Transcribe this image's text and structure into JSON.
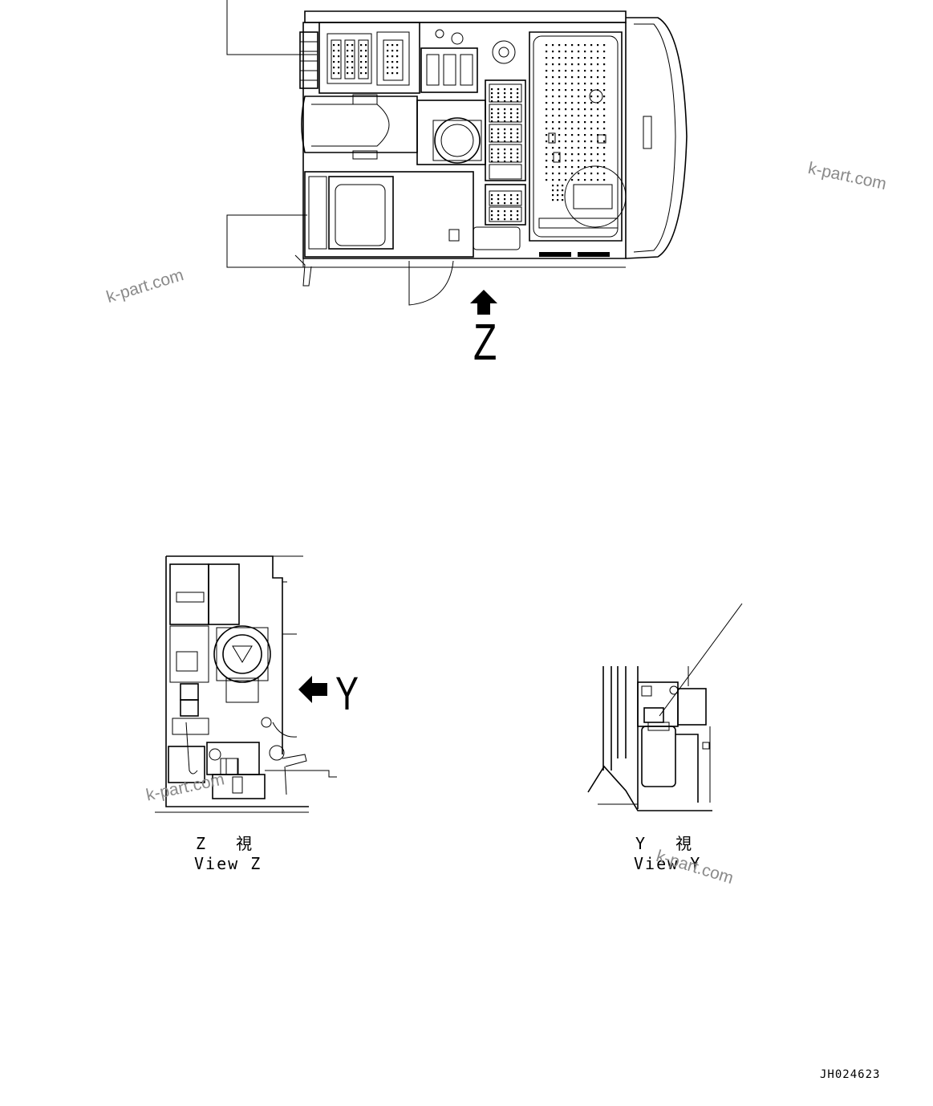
{
  "view_labels": {
    "z_letter": "Z",
    "y_letter": "Y",
    "view_z_jp": "Z　 視",
    "view_z_en": "View Z",
    "view_y_jp": "Y　 視",
    "view_y_en": "View Y"
  },
  "drawing_code": "JH024623",
  "watermark": "k-part.com",
  "icons": {
    "arrow_z": "arrow-up-icon",
    "arrow_y": "arrow-left-icon"
  }
}
